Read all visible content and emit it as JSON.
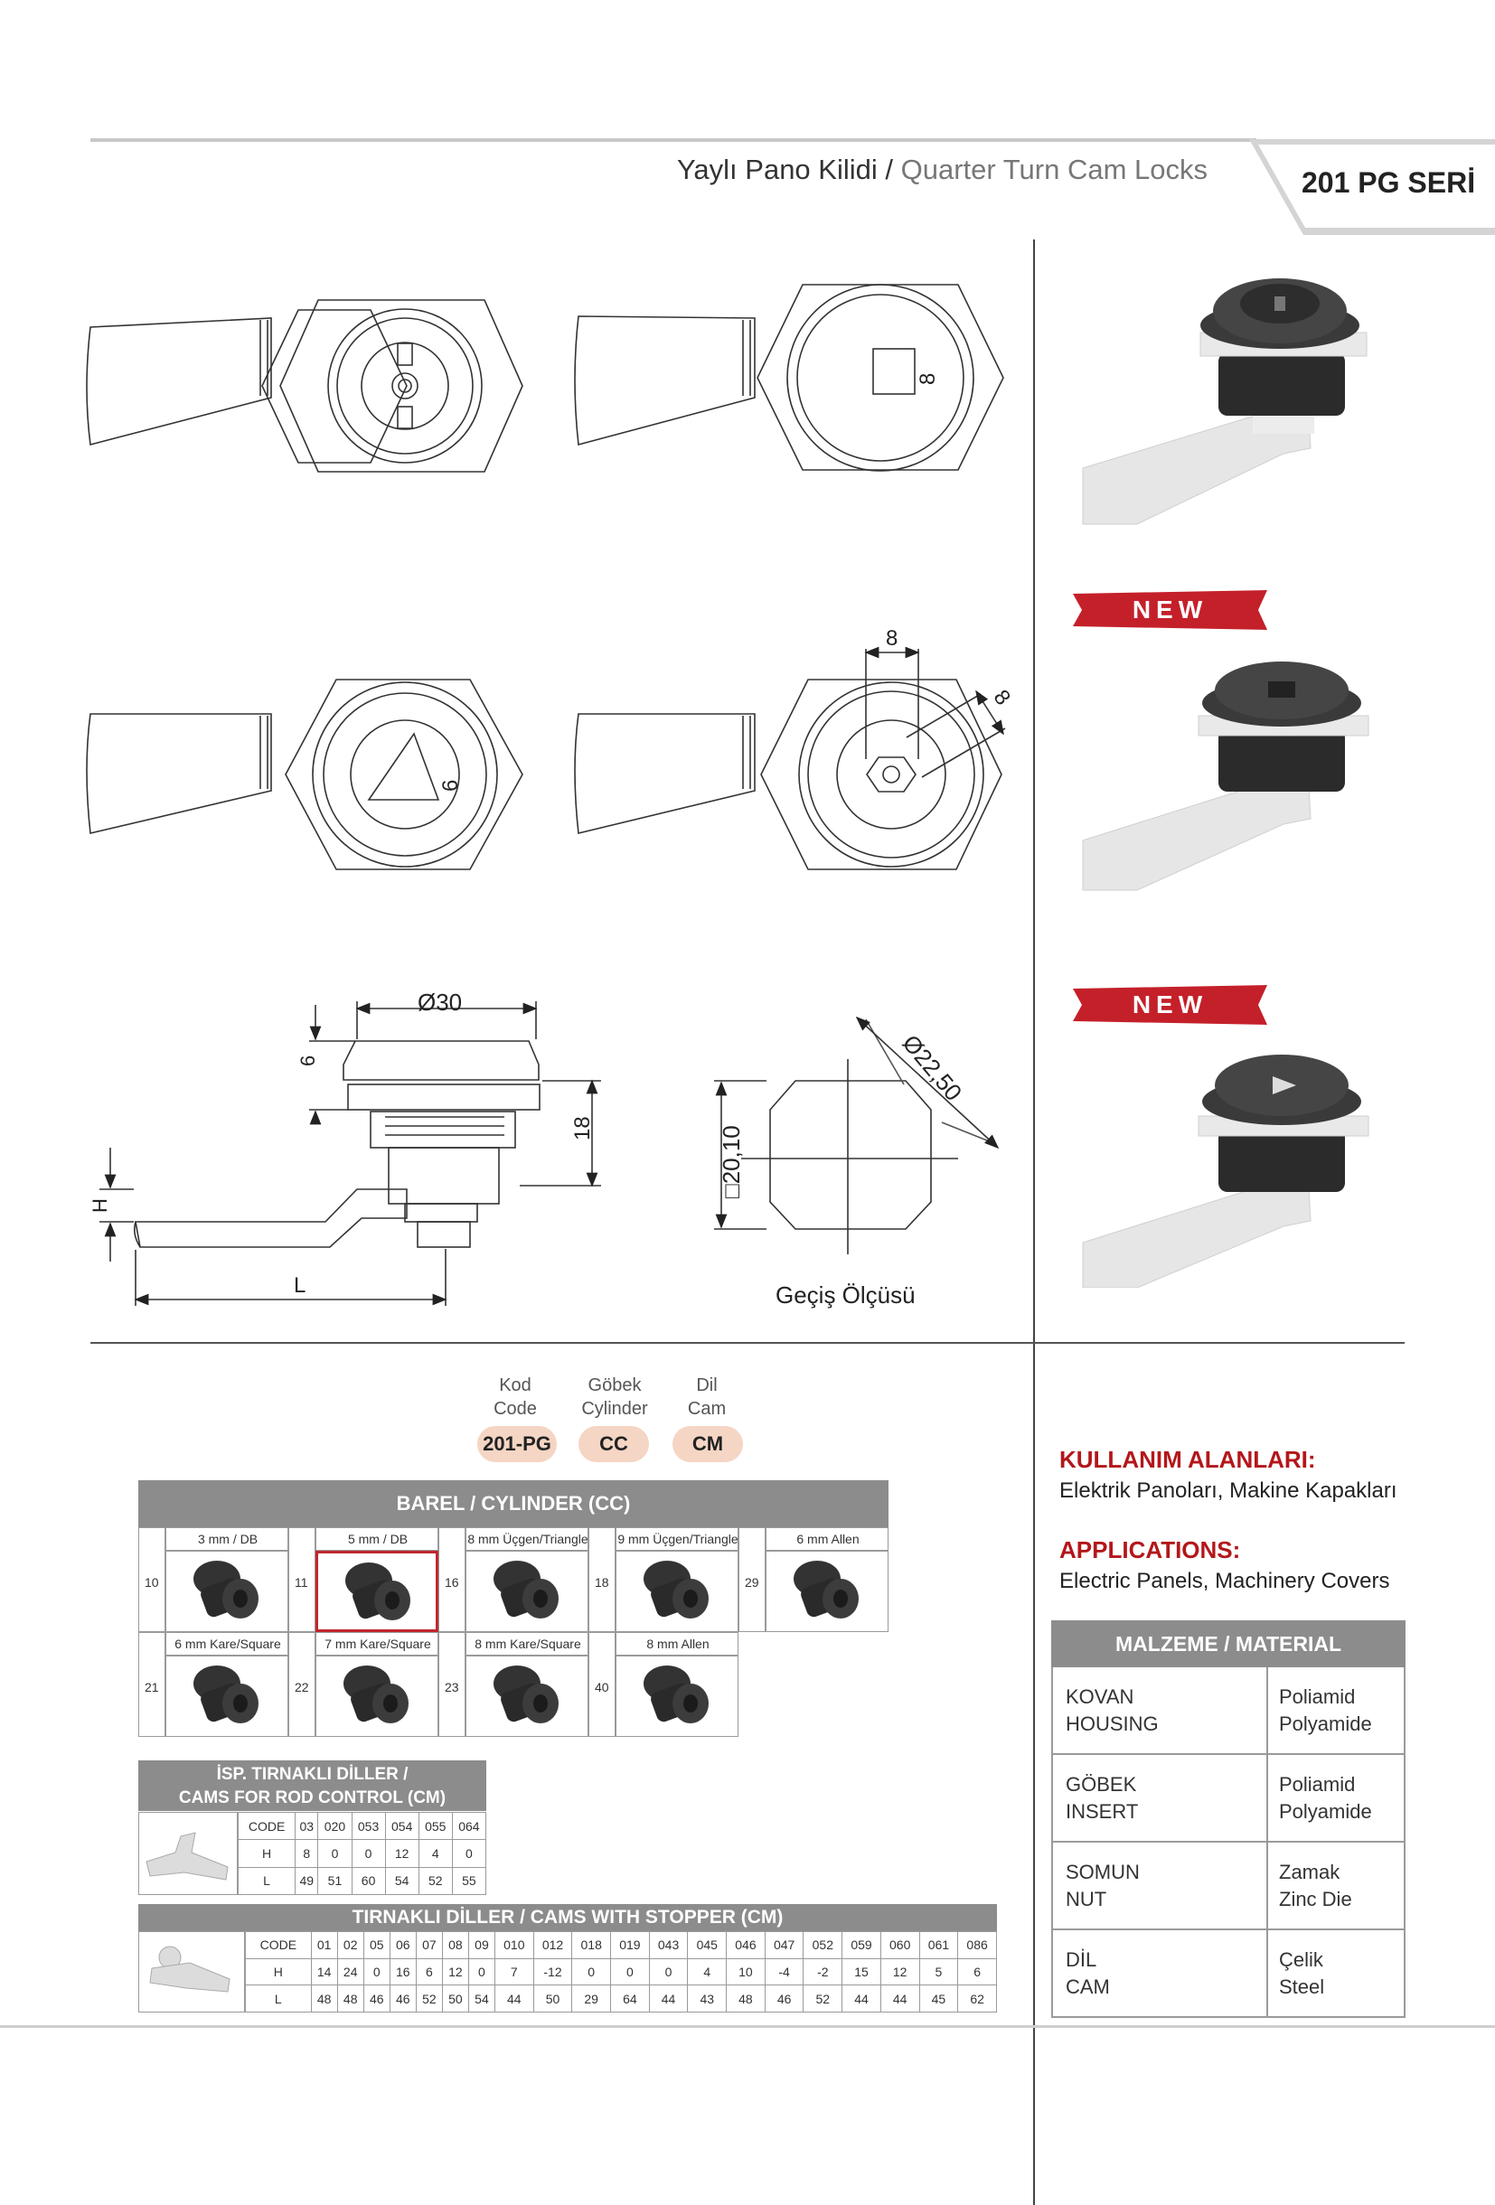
{
  "header": {
    "title_tr": "Yaylı Pano Kilidi /",
    "title_en": " Quarter Turn Cam Locks",
    "series": "201 PG SERİ"
  },
  "drawing": {
    "dia30": "Ø30",
    "dim6": "6",
    "dim18": "18",
    "dimH": "H",
    "dimL": "L",
    "sq2010": "□20,10",
    "dia2250": "Ø22,50",
    "dim8a": "8",
    "dim8b": "8",
    "label_6": "6",
    "label_8": "8",
    "gecis": "Geçiş Ölçüsü"
  },
  "photos": {
    "new1": "NEW",
    "new2": "NEW"
  },
  "order_code": {
    "kod_tr": "Kod",
    "kod_en": "Code",
    "kod_val": "201-PG",
    "gobek_tr": "Göbek",
    "gobek_en": "Cylinder",
    "gobek_val": "CC",
    "dil_tr": "Dil",
    "dil_en": "Cam",
    "dil_val": "CM"
  },
  "cylinder": {
    "title": "BAREL / CYLINDER (CC)",
    "items": [
      {
        "num": "10",
        "label": "3 mm / DB"
      },
      {
        "num": "11",
        "label": "5 mm / DB"
      },
      {
        "num": "16",
        "label": "8 mm Üçgen/Triangle"
      },
      {
        "num": "18",
        "label": "9 mm Üçgen/Triangle"
      },
      {
        "num": "29",
        "label": "6 mm Allen"
      },
      {
        "num": "21",
        "label": "6 mm Kare/Square"
      },
      {
        "num": "22",
        "label": "7 mm Kare/Square"
      },
      {
        "num": "23",
        "label": "8 mm Kare/Square"
      },
      {
        "num": "40",
        "label": "8 mm Allen"
      }
    ]
  },
  "rod_cams": {
    "title1": "İSP. TIRNAKLI DİLLER /",
    "title2": "CAMS FOR ROD CONTROL (CM)",
    "rows": [
      [
        "CODE",
        "03",
        "020",
        "053",
        "054",
        "055",
        "064"
      ],
      [
        "H",
        "8",
        "0",
        "0",
        "12",
        "4",
        "0"
      ],
      [
        "L",
        "49",
        "51",
        "60",
        "54",
        "52",
        "55"
      ]
    ]
  },
  "stopper_cams": {
    "title": "TIRNAKLI DİLLER / CAMS WITH STOPPER (CM)",
    "rows": [
      [
        "CODE",
        "01",
        "02",
        "05",
        "06",
        "07",
        "08",
        "09",
        "010",
        "012",
        "018",
        "019",
        "043",
        "045",
        "046",
        "047",
        "052",
        "059",
        "060",
        "061",
        "086"
      ],
      [
        "H",
        "14",
        "24",
        "0",
        "16",
        "6",
        "12",
        "0",
        "7",
        "-12",
        "0",
        "0",
        "0",
        "4",
        "10",
        "-4",
        "-2",
        "15",
        "12",
        "5",
        "6"
      ],
      [
        "L",
        "48",
        "48",
        "46",
        "46",
        "52",
        "50",
        "54",
        "44",
        "50",
        "29",
        "64",
        "44",
        "43",
        "48",
        "46",
        "52",
        "44",
        "44",
        "45",
        "62"
      ]
    ]
  },
  "usage": {
    "tr_title": "KULLANIM ALANLARI:",
    "tr_text": "Elektrik Panoları, Makine Kapakları",
    "en_title": "APPLICATIONS:",
    "en_text": "Electric Panels, Machinery Covers"
  },
  "material": {
    "title": "MALZEME / MATERIAL",
    "rows": [
      {
        "p1": "KOVAN",
        "p2": "HOUSING",
        "m1": "Poliamid",
        "m2": "Polyamide"
      },
      {
        "p1": "GÖBEK",
        "p2": "INSERT",
        "m1": "Poliamid",
        "m2": "Polyamide"
      },
      {
        "p1": "SOMUN",
        "p2": "NUT",
        "m1": "Zamak",
        "m2": "Zinc Die"
      },
      {
        "p1": "DİL",
        "p2": "CAM",
        "m1": "Çelik",
        "m2": "Steel"
      }
    ]
  },
  "colors": {
    "accent_red": "#b3171b",
    "pill_bg": "#f5d5c3",
    "table_head": "#8c8c8c",
    "highlight_border": "#c0272d"
  }
}
